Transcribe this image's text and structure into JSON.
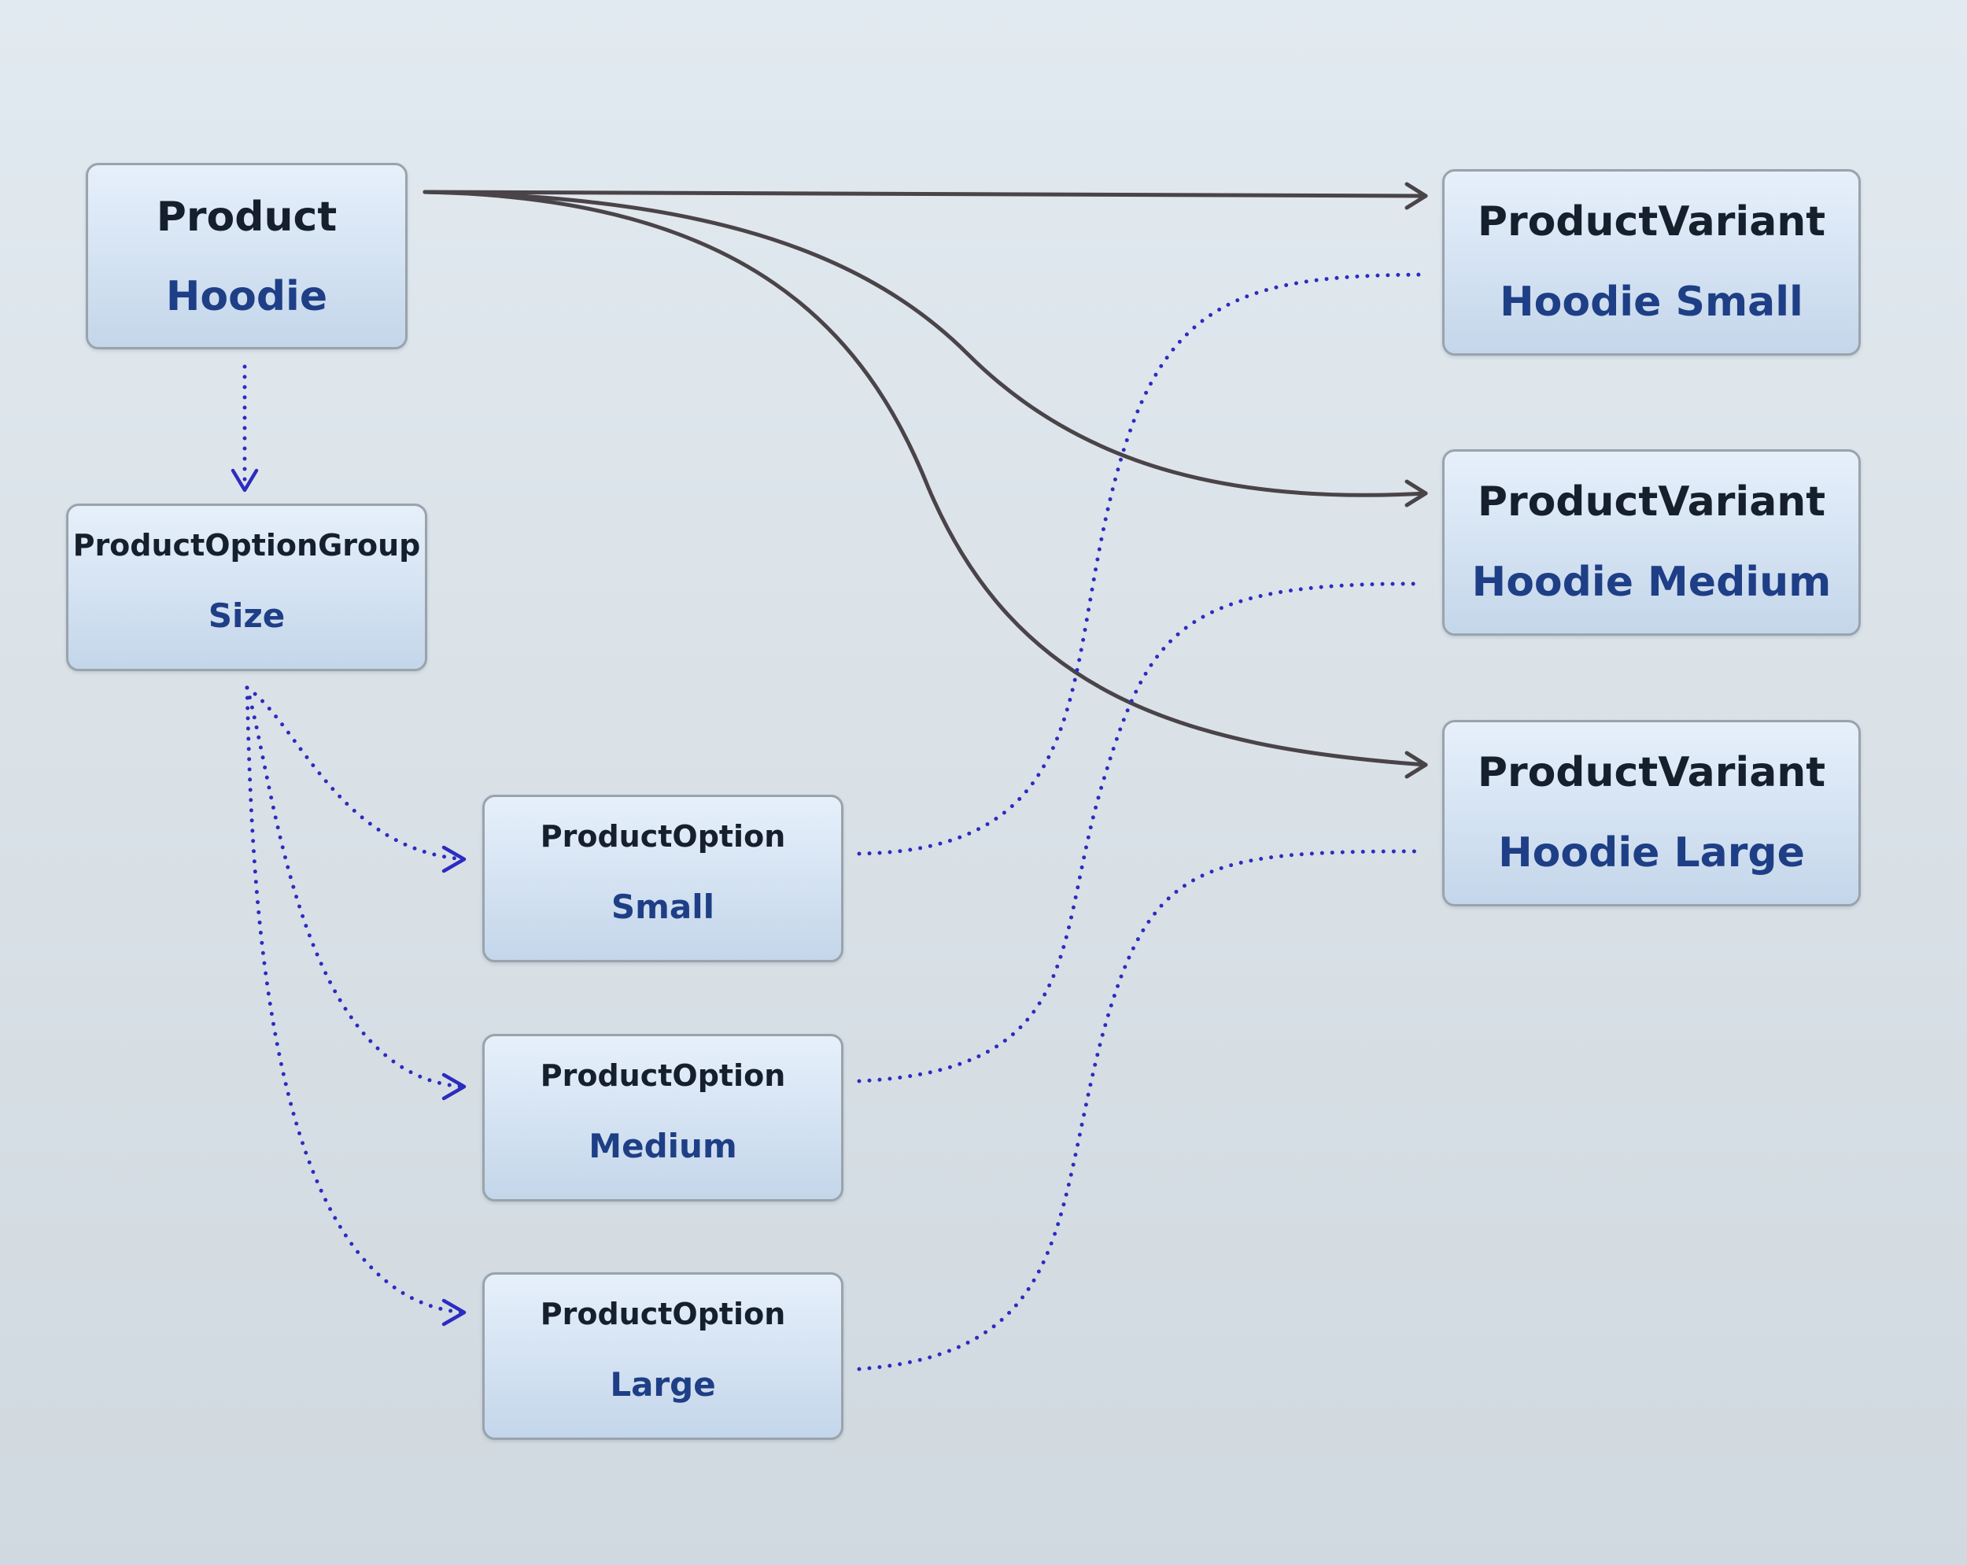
{
  "nodes": {
    "product": {
      "type": "Product",
      "name": "Hoodie"
    },
    "option_group": {
      "type": "ProductOptionGroup",
      "name": "Size"
    },
    "options": [
      {
        "type": "ProductOption",
        "name": "Small"
      },
      {
        "type": "ProductOption",
        "name": "Medium"
      },
      {
        "type": "ProductOption",
        "name": "Large"
      }
    ],
    "variants": [
      {
        "type": "ProductVariant",
        "name": "Hoodie Small"
      },
      {
        "type": "ProductVariant",
        "name": "Hoodie Medium"
      },
      {
        "type": "ProductVariant",
        "name": "Hoodie Large"
      }
    ]
  },
  "edges": {
    "solid": [
      {
        "from": "Product",
        "to": "Hoodie Small"
      },
      {
        "from": "Product",
        "to": "Hoodie Medium"
      },
      {
        "from": "Product",
        "to": "Hoodie Large"
      }
    ],
    "dotted": [
      {
        "from": "Product",
        "to": "Size"
      },
      {
        "from": "Size",
        "to": "Small"
      },
      {
        "from": "Size",
        "to": "Medium"
      },
      {
        "from": "Size",
        "to": "Large"
      },
      {
        "from": "Small",
        "to": "Hoodie Small"
      },
      {
        "from": "Medium",
        "to": "Hoodie Medium"
      },
      {
        "from": "Large",
        "to": "Hoodie Large"
      }
    ]
  },
  "colors": {
    "solid_edge": "#4a4448",
    "dotted_edge": "#2c2cc0",
    "node_type_text": "#16202c",
    "node_name_text": "#1e3f86",
    "node_border": "#9aa3ab"
  }
}
